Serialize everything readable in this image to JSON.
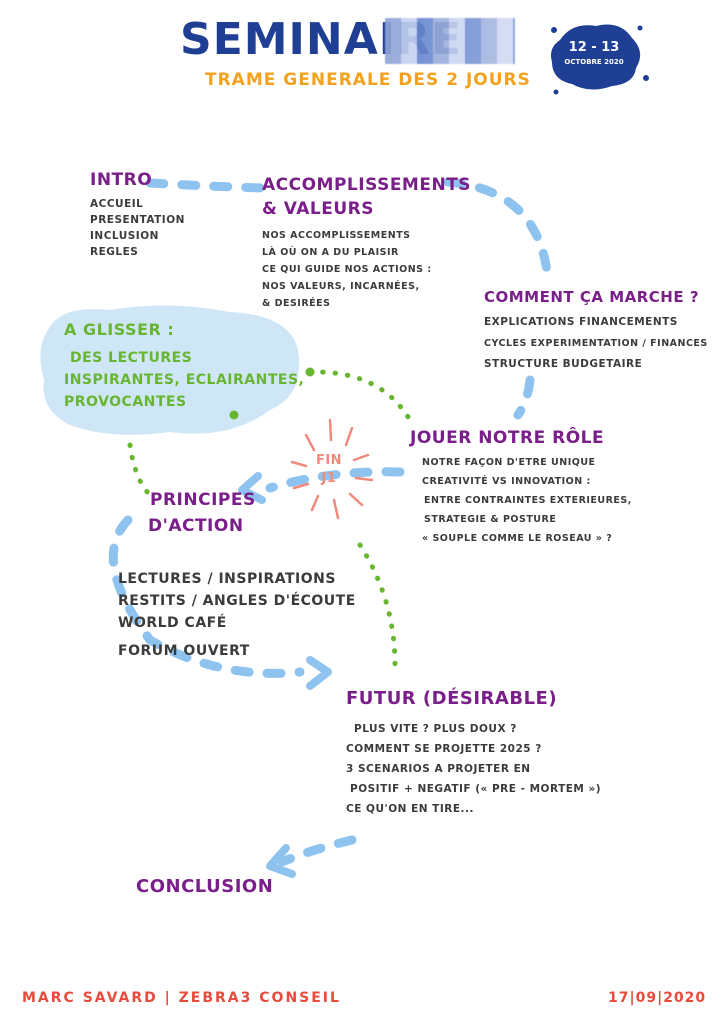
{
  "header": {
    "title": "SEMINAIRE",
    "subtitle": "TRAME GENERALE des 2 JOURS",
    "date_days": "12 - 13",
    "date_month": "OCTOBRE 2020"
  },
  "intro": {
    "title": "INTRO",
    "items": [
      "ACCUEIL",
      "PRESENTATION",
      "INCLUSION",
      "REGLES"
    ]
  },
  "accomplissements": {
    "title_line1": "ACCOMPLISSEMENTS",
    "title_line2": "& VALEURS",
    "items": [
      "NOS ACCOMPLISSEMENTS",
      "LÀ OÙ ON A DU PLAISIR",
      "CE QUI GUIDE NOS ACTIONS :",
      "NOS VALEURS, INCARNÉES,",
      "& DESIRÉES"
    ]
  },
  "comment": {
    "title": "COMMENT ÇA MARCHE ?",
    "items": [
      "EXPLICATIONS FINANCEMENTS",
      "CYCLES EXPERIMENTATION / FINANCES",
      "STRUCTURE BUDGETAIRE"
    ]
  },
  "glisser": {
    "title": "A GLISSER :",
    "items": [
      "DES LECTURES",
      "INSPIRANTES, ECLAIRANTES,",
      "PROVOCANTES"
    ]
  },
  "fin": {
    "line1": "FIN",
    "line2": "J1"
  },
  "jouer": {
    "title": "JOUER NOTRE RÔLE",
    "items": [
      "NOTRE FAÇON D'ETRE UNIQUE",
      "CREATIVITÉ VS INNOVATION :",
      "ENTRE CONTRAINTES EXTERIEURES,",
      "STRATEGIE & POSTURE",
      "« SOUPLE COMME LE ROSEAU » ?"
    ]
  },
  "principes": {
    "title_line1": "PRINCIPES",
    "title_line2": "D'ACTION",
    "items": [
      "LECTURES / INSPIRATIONS",
      "RESTITS / ANGLES D'ÉCOUTE",
      "WORLD CAFÉ",
      "FORUM OUVERT"
    ]
  },
  "futur": {
    "title": "FUTUR (DÉSIRABLE)",
    "items": [
      "PLUS VITE ? PLUS DOUX ?",
      "COMMENT SE PROJETTE 2025 ?",
      "3 SCENARIOS A PROJETER EN",
      "POSITIF + NEGATIF (« PRE - MORTEM »)",
      "CE QU'ON EN TIRE..."
    ]
  },
  "conclusion": {
    "title": "CONCLUSION"
  },
  "footer": {
    "author": "MARC SAVARD | ZEBRA3 CONSEIL",
    "date": "17|09|2020"
  },
  "colors": {
    "title_blue": "#1f3f94",
    "subtitle_orange": "#f2a21e",
    "heading_purple": "#7a1f8a",
    "body_gray": "#3b3b3b",
    "green": "#67b531",
    "cloud_blue": "#cfe6f7",
    "arrow_blue": "#8ec2ef",
    "fin_red": "#f08a7c",
    "footer_red": "#e84b3c"
  }
}
